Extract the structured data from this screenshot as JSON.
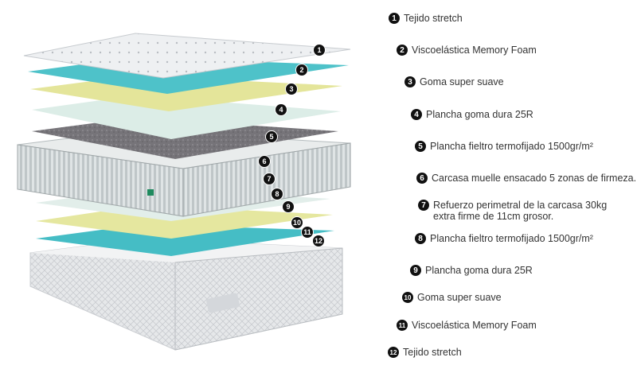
{
  "legend": [
    {
      "num": "1",
      "label": "Tejido stretch"
    },
    {
      "num": "2",
      "label": "Viscoelástica Memory Foam"
    },
    {
      "num": "3",
      "label": "Goma super suave"
    },
    {
      "num": "4",
      "label": "Plancha goma dura 25R"
    },
    {
      "num": "5",
      "label": "Plancha fieltro termofijado 1500gr/m²"
    },
    {
      "num": "6",
      "label": "Carcasa muelle ensacado 5 zonas de firmeza."
    },
    {
      "num": "7",
      "label": "Refuerzo perimetral de la carcasa 30kg extra firme de 11cm grosor."
    },
    {
      "num": "8",
      "label": "Plancha fieltro termofijado 1500gr/m²"
    },
    {
      "num": "9",
      "label": "Plancha goma dura 25R"
    },
    {
      "num": "10",
      "label": "Goma super suave"
    },
    {
      "num": "11",
      "label": "Viscoelástica Memory Foam"
    },
    {
      "num": "12",
      "label": "Tejido stretch"
    }
  ],
  "colors": {
    "fabric": "#eceff1",
    "memory_foam": "#4fc3c9",
    "soft_foam": "#e3e49a",
    "hard_foam": "#d9ece6",
    "felt": "#7d7b80",
    "springs": "#cfd5d6",
    "badge": "#111111"
  }
}
